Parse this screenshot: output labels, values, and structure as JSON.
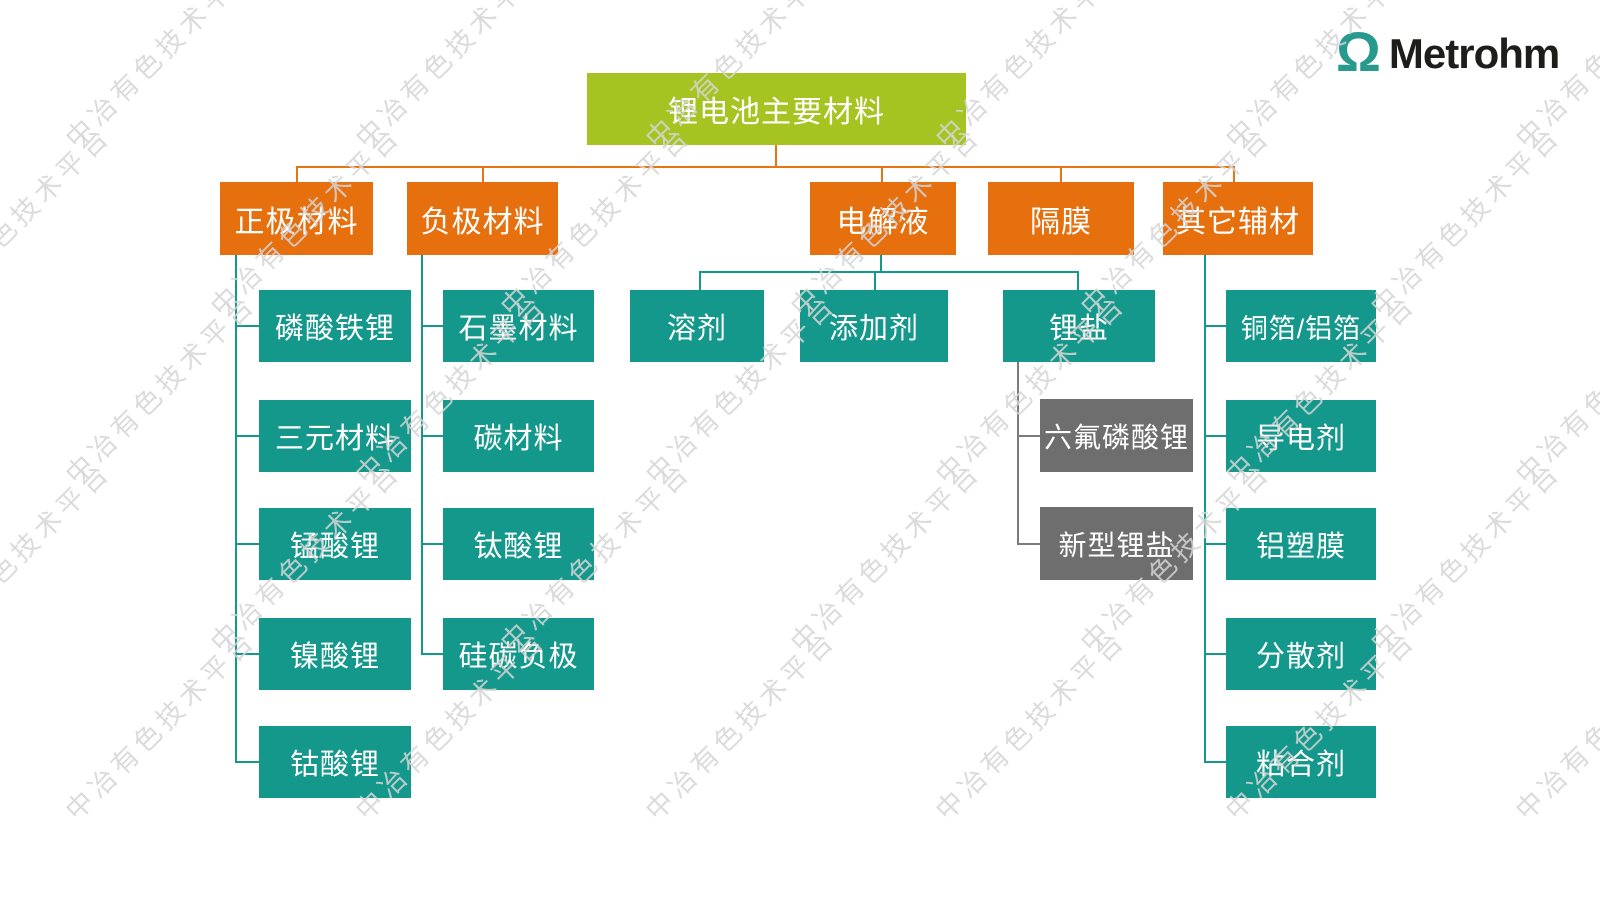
{
  "logo": {
    "omega_symbol": "Ω",
    "brand": "Metrohm"
  },
  "watermark": {
    "text": "中冶有色技术平台"
  },
  "colors": {
    "root_green": "#a5c422",
    "branch_orange": "#e66f0e",
    "leaf_teal": "#14988b",
    "sub_gray": "#6e6e6e",
    "connector_orange": "#e6740f",
    "connector_teal": "#14988b",
    "connector_gray": "#7b7b7b",
    "watermark_gray": "#d5d5d5"
  },
  "chart_data": {
    "type": "table",
    "title": "锂电池主要材料"
  },
  "tree": {
    "root": "锂电池主要材料",
    "branches": [
      {
        "label": "正极材料",
        "children": [
          "磷酸铁锂",
          "三元材料",
          "锰酸锂",
          "镍酸锂",
          "钴酸锂"
        ]
      },
      {
        "label": "负极材料",
        "children": [
          "石墨材料",
          "碳材料",
          "钛酸锂",
          "硅碳负极"
        ]
      },
      {
        "label": "电解液",
        "children": [
          "溶剂",
          "添加剂",
          "锂盐"
        ],
        "lithium_salt_children": [
          "六氟磷酸锂",
          "新型锂盐"
        ]
      },
      {
        "label": "隔膜",
        "children": []
      },
      {
        "label": "其它辅材",
        "children": [
          "铜箔/铝箔",
          "导电剂",
          "铝塑膜",
          "分散剂",
          "粘合剂"
        ]
      }
    ]
  }
}
